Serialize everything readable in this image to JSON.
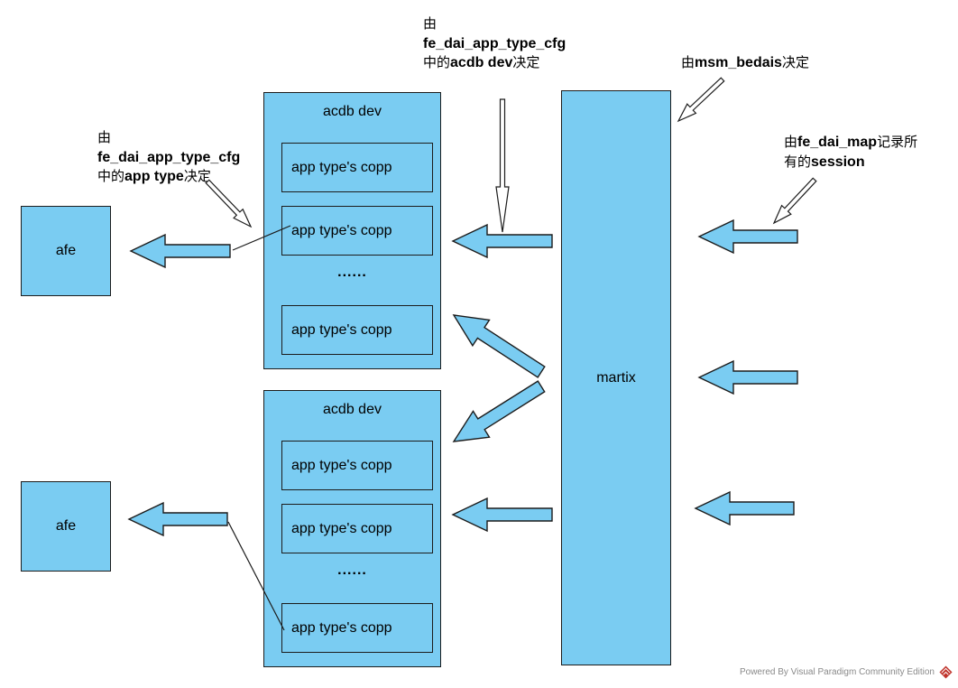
{
  "colors": {
    "shape-fill": "#7accf2",
    "shape-border": "#1c1c1c",
    "text": "#000000",
    "footer-text": "#8a8a8a",
    "logo-red": "#c0342c",
    "bg": "#ffffff"
  },
  "nodes": {
    "afe_top": {
      "label": "afe"
    },
    "afe_bottom": {
      "label": "afe"
    },
    "acdb_top": {
      "title": "acdb dev",
      "items": [
        "app type's copp",
        "app type's copp",
        "app type's copp"
      ],
      "ellipsis": "......"
    },
    "acdb_bottom": {
      "title": "acdb dev",
      "items": [
        "app type's copp",
        "app type's copp",
        "app type's copp"
      ],
      "ellipsis": "......"
    },
    "martix": {
      "label": "martix"
    }
  },
  "annotations": {
    "top": {
      "l1": "由",
      "l2": "fe_dai_app_type_cfg",
      "l3a": "中的",
      "l3b": "acdb dev",
      "l3c": "决定"
    },
    "left": {
      "l1": "由",
      "l2": "fe_dai_app_type_cfg",
      "l3a": "中的",
      "l3b": "app type",
      "l3c": "决定"
    },
    "msm": {
      "a": "由",
      "b": "msm_bedais",
      "c": "决定"
    },
    "map": {
      "l1a": "由",
      "l1b": "fe_dai_map",
      "l1c": "记录所",
      "l2a": "有的",
      "l2b": "session"
    }
  },
  "footer": {
    "text": "Powered By Visual Paradigm Community Edition"
  }
}
